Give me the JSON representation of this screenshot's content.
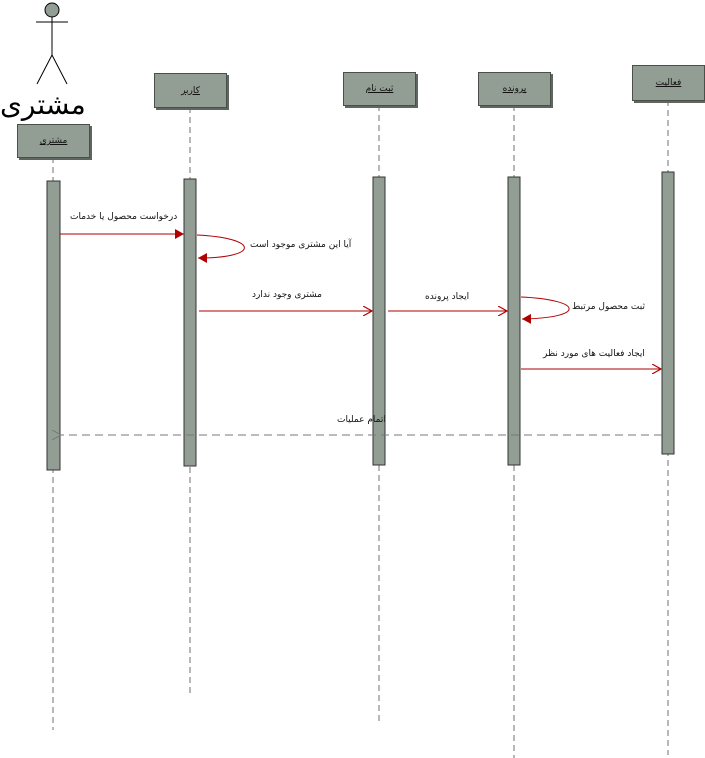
{
  "actor": {
    "name": "مشتری"
  },
  "participants": [
    {
      "label": "مشتری"
    },
    {
      "label": "کاربر"
    },
    {
      "label": "ثبت نام"
    },
    {
      "label": "پرونده"
    },
    {
      "label": "فعالیت"
    }
  ],
  "messages": [
    {
      "text": "درخواست محصول یا خدمات"
    },
    {
      "text": "آیا این مشتری موجود است"
    },
    {
      "text": "مشتری وجود ندارد"
    },
    {
      "text": "ایجاد پرونده"
    },
    {
      "text": "ثبت محصول مرتبط"
    },
    {
      "text": "ایجاد فعالیت های مورد نظر"
    },
    {
      "text": "اتمام عملیات"
    }
  ],
  "colors": {
    "box_fill": "#929e93",
    "message_arrow": "#b00000",
    "lifeline": "#707070"
  }
}
